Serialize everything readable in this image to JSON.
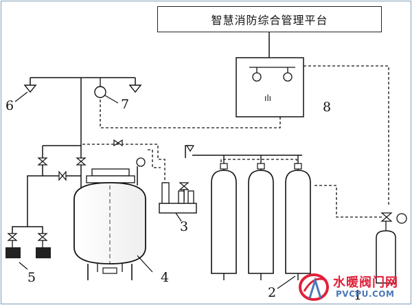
{
  "platform_box": {
    "label": "智慧消防综合管理平台"
  },
  "callouts": [
    {
      "id": "nozzle-6",
      "text": "6"
    },
    {
      "id": "detector-7",
      "text": "7"
    },
    {
      "id": "controller-8",
      "text": "8"
    },
    {
      "id": "selector-valve-3",
      "text": "3"
    },
    {
      "id": "storage-tank-4",
      "text": "4"
    },
    {
      "id": "weigh-units-5",
      "text": "5"
    },
    {
      "id": "cylinders-2",
      "text": "2"
    },
    {
      "id": "start-cylinder-1",
      "text": "1"
    }
  ],
  "controller_panel": {
    "mark": "ılı"
  },
  "watermark": {
    "brand_cn": "水暖阀门网",
    "brand_en": "PVCPU.COM"
  },
  "colors": {
    "line": "#111111",
    "frame": "#7f9db9",
    "watermark_red": "#e0203a",
    "watermark_blue": "#4a78b8"
  }
}
